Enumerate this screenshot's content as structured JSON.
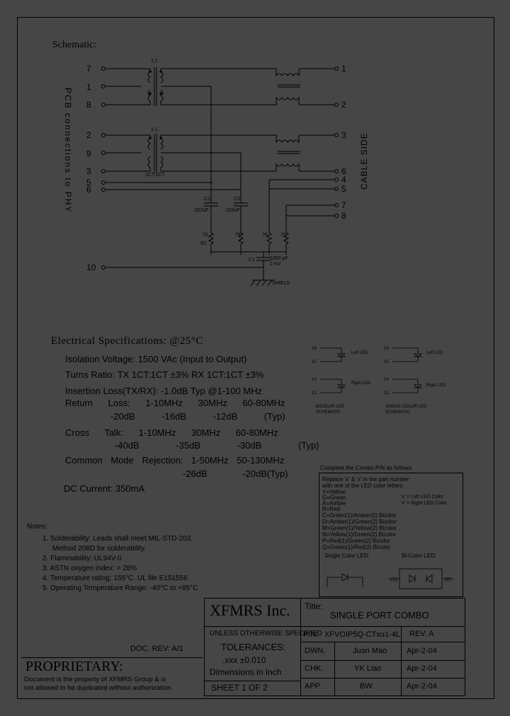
{
  "schematic": {
    "title": "Schematic:",
    "left_pins": [
      "7",
      "1",
      "8",
      "2",
      "9",
      "3",
      "5",
      "6",
      "10"
    ],
    "right_pins": [
      "1",
      "2",
      "3",
      "6",
      "4",
      "5",
      "7",
      "8"
    ],
    "left_label": "PCB connections to PHY",
    "right_label": "CABLE SIDE",
    "ratio_1": "1:1",
    "ratio_2": "1:1",
    "ct_label": "1CT:1CT",
    "c2_label": "C2",
    "c2_value": ".022uF",
    "c3_label": "C3",
    "c3_value": ".022uF",
    "r_values": [
      "75",
      "75",
      "75",
      "75"
    ],
    "r1_label": "R1",
    "c1_label": "C1",
    "c1_value_1": "1000 pF",
    "c1_value_2": "2 KV",
    "shield_label": "SHIELD"
  },
  "electrical": {
    "title": "Electrical Specifications: @25°C",
    "lines": [
      "Isolation Voltage: 1500 VAc (Input to Output)",
      "Turns Ratio: TX 1CT:1CT ±3% RX 1CT:1CT ±3%",
      "Insertion Loss(TX/RX): -1.0dB Typ @1-100 MHz",
      "Return Loss: 1-10MHz 30MHz 60-80MHz",
      "-20dB -16dB -12dB (Typ)",
      "Cross Talk: 1-10MHz 30MHz 60-80MHz",
      "-40dB -35dB -30dB (Typ)",
      "Common Mode Rejection: 1-50MHz 50-130MHz",
      "-26dB -20dB(Typ)",
      "DC Current: 350mA"
    ]
  },
  "led_schematic": {
    "bicolor_top_pin_a": "16",
    "bicolor_top_pin_b": "15",
    "bicolor_top_label": "Left LED",
    "bicolor_bottom_pin_a": "14",
    "bicolor_bottom_pin_b": "13",
    "bicolor_bottom_label": "Right LED",
    "bicolor_caption_1": "BICOLOR LED",
    "bicolor_caption_2": "SCHEMATIC",
    "single_top_pin_a": "16",
    "single_top_pin_b": "15",
    "single_top_label": "Left LED",
    "single_bottom_pin_a": "14",
    "single_bottom_pin_b": "13",
    "single_bottom_label": "Right LED",
    "single_caption_1": "SINGLE COLOR LED",
    "single_caption_2": "SCHEMATIC"
  },
  "combo_box": {
    "heading": "Complete the Combo P/N as follows:",
    "lines": [
      "Replace 'x' & 'x' in the part number",
      "with one of the LED color letters:",
      "Y=Yellow",
      "G=Green",
      "A=Amber",
      "R=Red",
      "C=Green(1)/Amber(2) Bicolor",
      "D=Amber(1)/Green(2) Bicolor",
      "M=Green(1)/Yellow(2) Bicolor",
      "N=Yellow(1)/Green(2) Bicolor",
      "P=Red(1)/Green(2) Bicolor",
      "Q=Green(1)/Red(2) Bicolor"
    ],
    "left_note": "'x' = Left LED Color",
    "right_note": "'x' = Right LED Color",
    "single_color_label": "Single Color LED:",
    "bicolor_label": "Bi-Color LED:",
    "bi_pin_1": "(1)",
    "bi_pin_2": "(2)"
  },
  "notes": {
    "title": "Notes:",
    "items": [
      "1. Solderability: Leads shall meet MIL-STD-202,",
      "Method 208D for solderability.",
      "2. Flammability: UL94V-0",
      "3. ASTN oxygen index: > 28%",
      "4. Temperature rating: 155°C. UL file E151556",
      "5. Operating Temperature Range: -40°C to +85°C"
    ]
  },
  "title_block": {
    "company": "XFMRS Inc.",
    "title_label": "Title:",
    "title_value": "SINGLE PORT COMBO",
    "unless": "UNLESS OTHERWISE SPECIFIED",
    "tolerances": "TOLERANCES:",
    "tol_value": ".xxx ±0.010",
    "dimensions": "Dimensions in Inch",
    "pn_label": "P/N:",
    "pn_value": "XFVOIP5Q-CTxu1-4L",
    "rev": "REV. A",
    "dwn_label": "DWN.",
    "dwn_name": "Juan Mao",
    "dwn_date": "Apr-2-04",
    "chk_label": "CHK.",
    "chk_name": "YK Liao",
    "chk_date": "Apr-2-04",
    "app_label": "APP.",
    "app_name": "BW",
    "app_date": "Apr-2-04",
    "sheet": "SHEET 1 OF 2",
    "doc_rev": "DOC. REV: A/1",
    "proprietary": "PROPRIETARY:",
    "prop_text_1": "Document is the property of XFMRS Group & is",
    "prop_text_2": "not allowed to be duplicated without authorization."
  }
}
